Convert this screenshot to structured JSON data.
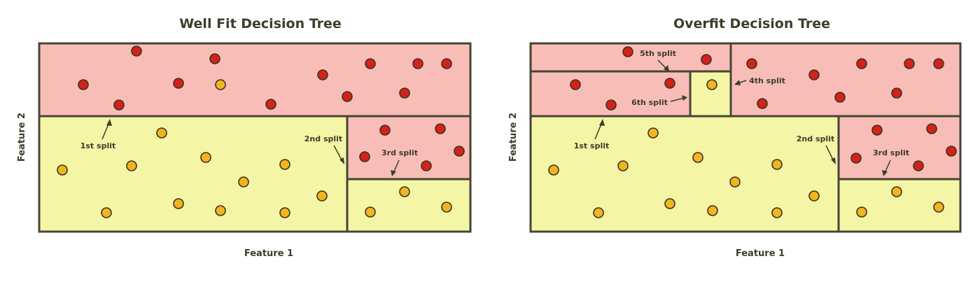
{
  "diagrams": [
    {
      "title": "Well Fit Decision Tree",
      "xlabel": "Feature 1",
      "ylabel": "Feature 2",
      "annotations": [
        "1st split",
        "2nd split",
        "3rd split"
      ]
    },
    {
      "title": "Overfit Decision Tree",
      "xlabel": "Feature 1",
      "ylabel": "Feature 2",
      "annotations": [
        "1st split",
        "2nd split",
        "3rd split",
        "4th split",
        "5th split",
        "6th split"
      ]
    }
  ],
  "colors": {
    "red_region": "#f9bdb8",
    "yellow_region": "#f4f6a5",
    "red_point": "#d4211a",
    "yellow_point": "#f0b521",
    "outline": "#454535"
  }
}
